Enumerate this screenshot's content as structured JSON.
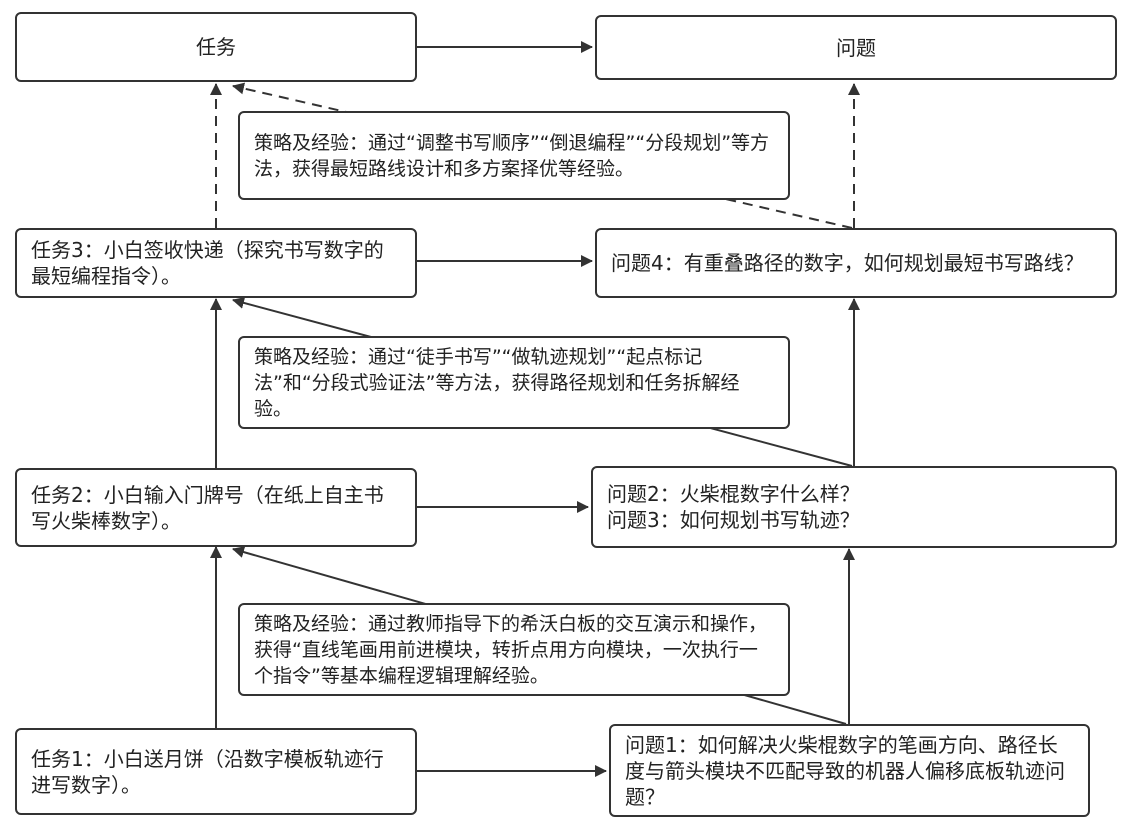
{
  "nodes": {
    "task_top": "任务",
    "problem_top": "问题",
    "task3": "任务3：小白签收快递（探究书写数字的最短编程指令）。",
    "problem4": "问题4：有重叠路径的数字，如何规划最短书写路线？",
    "task2": "任务2：小白输入门牌号（在纸上自主书写火柴棒数字）。",
    "problem23_line1": "问题2：火柴棍数字什么样？",
    "problem23_line2": "问题3：如何规划书写轨迹？",
    "task1": "任务1：小白送月饼（沿数字模板轨迹行进写数字）。",
    "problem1": "问题1：如何解决火柴棍数字的笔画方向、路径长度与箭头模块不匹配导致的机器人偏移底板轨迹问题？"
  },
  "strategies": {
    "top": "策略及经验：通过“调整书写顺序”“倒退编程”“分段规划”等方法，获得最短路线设计和多方案择优等经验。",
    "middle": "策略及经验：通过“徒手书写”“做轨迹规划”“起点标记法”和“分段式验证法”等方法，获得路径规划和任务拆解经验。",
    "bottom": "策略及经验：通过教师指导下的希沃白板的交互演示和操作，获得“直线笔画用前进模块，转折点用方向模块，一次执行一个指令”等基本编程逻辑理解经验。"
  },
  "colors": {
    "line": "#333333",
    "border": "#333333",
    "background": "#ffffff"
  }
}
